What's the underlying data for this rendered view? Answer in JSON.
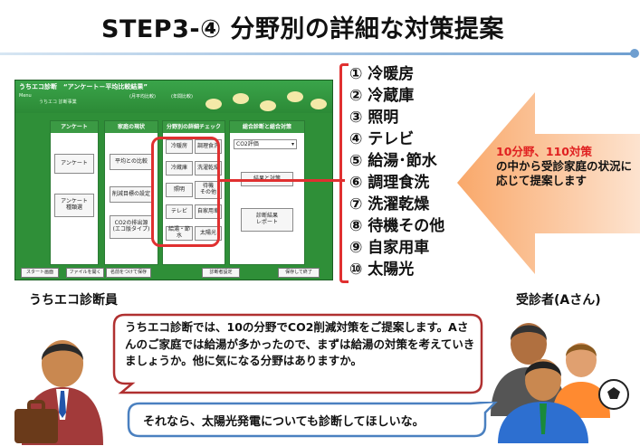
{
  "title": "STEP3-④ 分野別の詳細な対策提案",
  "app": {
    "name": "うちエコ診断　“アンケート－平均比較結果”",
    "menu_label": "Menu",
    "subtitle_1": "うちエコ",
    "subtitle_2": "診断事業",
    "header_a": "(月平均比較)",
    "header_b": "(年間比較)",
    "columns": {
      "survey": "アンケート",
      "status": "家庭の現状",
      "detail": "分野別の詳細チェック",
      "diagnosis": "総合診断と総合対策"
    },
    "survey_buttons": [
      "アンケート",
      "アンケート\n種類選"
    ],
    "status_buttons": [
      "平均との比較",
      "削減目標の設定",
      "CO2の排出源\n(エコ版タイプ)"
    ],
    "detail_buttons": [
      "冷暖房",
      "調理食洗",
      "冷蔵庫",
      "洗濯乾燥",
      "照明",
      "待機\nその他",
      "テレビ",
      "自家用車",
      "給湯・節水",
      "太陽光"
    ],
    "select_value": "CO2評価",
    "diagnosis_buttons": [
      "結果と対策",
      "診断結果\nレポート"
    ],
    "footer_buttons": [
      "スタート画面",
      "ファイルを開く",
      "名前をつけて保存",
      "診断者設定",
      "保存して終了"
    ]
  },
  "fields": [
    "① 冷暖房",
    "② 冷蔵庫",
    "③ 照明",
    "④ テレビ",
    "⑤ 給湯･節水",
    "⑥ 調理食洗",
    "⑦ 洗濯乾燥",
    "⑧ 待機その他",
    "⑨ 自家用車",
    "⑩ 太陽光"
  ],
  "arrow_text": {
    "line1": "10分野、110対策",
    "rest": "の中から受診家庭の状況に応じて提案します"
  },
  "doctor_label": "うちエコ診断員",
  "patient_label": "受診者(Aさん)",
  "bubble1": "うちエコ診断では、10の分野でCO2削減対策をご提案します。Aさんのご家庭では給湯が多かったので、まずは給湯の対策を考えていきましょうか。他に気になる分野はありますか。",
  "bubble2": "それなら、太陽光発電についても診断してほしいな。",
  "colors": {
    "accent_red": "#e03030",
    "app_green": "#2f8f38",
    "arrow_orange": "#f6c49a",
    "rule_blue": "#6f9fd0"
  }
}
